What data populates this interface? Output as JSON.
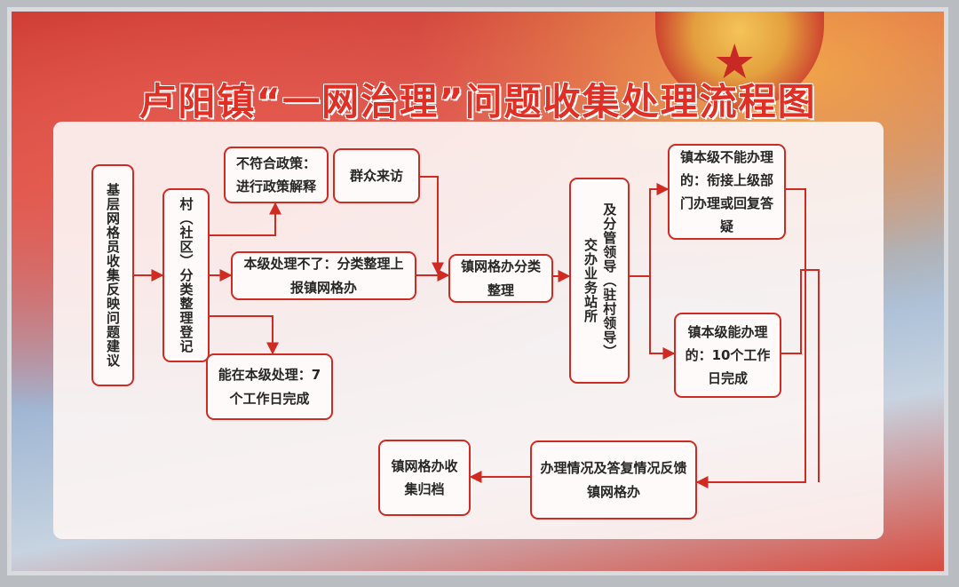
{
  "title": "卢阳镇“一网治理”问题收集处理流程图",
  "colors": {
    "accent": "#cf2b23",
    "text": "#262626",
    "panel": "#fcf4f3"
  },
  "nodes": {
    "grid_staff": "基层网格员收集反映问题建议",
    "village_register": "村（社区）分类整理登记",
    "policy_explain": "不符合政策：进行政策解释",
    "public_visit": "群众来访",
    "report_up": "本级处理不了：分类整理上报镇网格办",
    "local_done": "能在本级处理：7个工作日完成",
    "town_grid_office": "镇网格办分类整理",
    "service_station": "交办业务站所",
    "leaders": "及分管领导（驻村领导）",
    "cannot_handle": "镇本级不能办理的：衔接上级部门办理或回复答疑",
    "can_handle": "镇本级能办理的：10个工作日完成",
    "feedback": "办理情况及答复情况反馈镇网格办",
    "archive": "镇网格办收集归档"
  }
}
